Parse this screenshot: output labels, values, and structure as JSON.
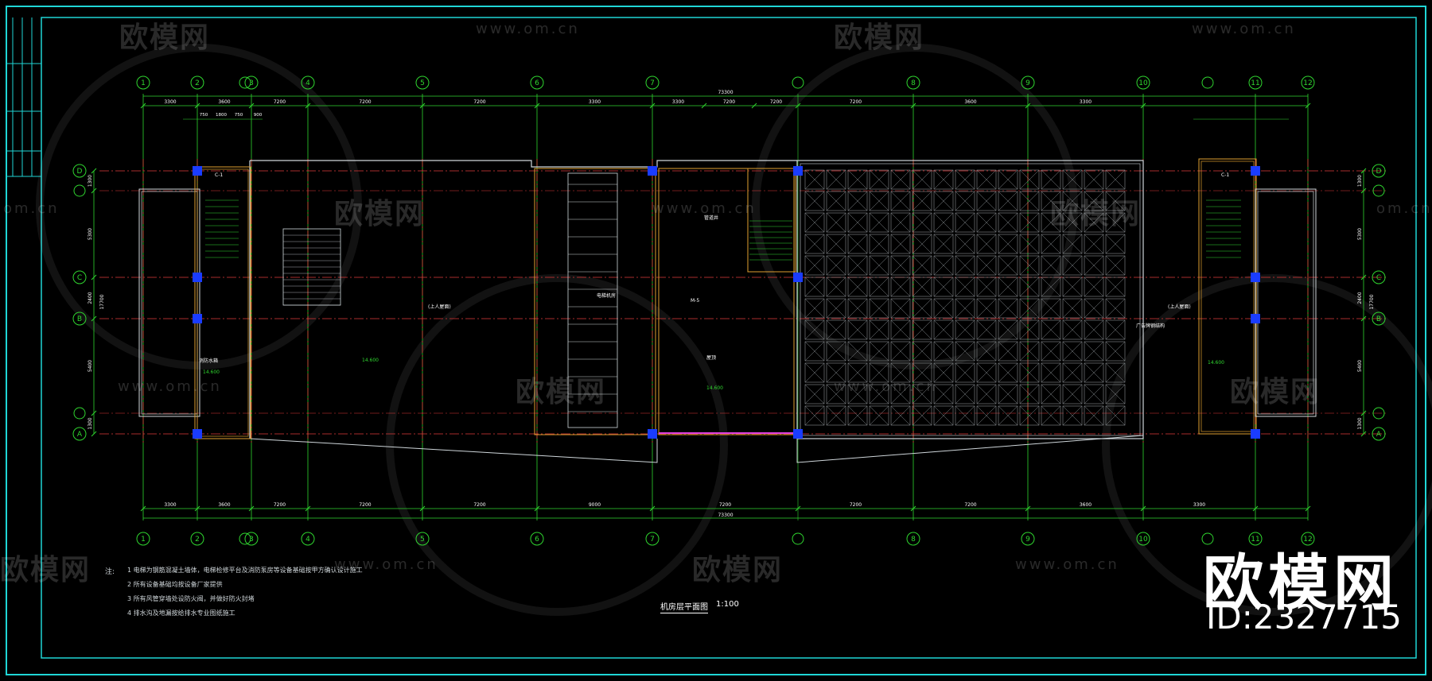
{
  "drawing": {
    "title": "机房层平面图",
    "scale": "1:100",
    "notes_head": "注:",
    "notes": [
      "1  电梯为钢筋混凝土墙体，电梯检修平台及消防泵房等设备基础按甲方确认设计施工",
      "2  所有设备基础均按设备厂家提供",
      "3  所有风管穿墙处设防火阀，并做好防火封堵",
      "4  排水沟及地漏按给排水专业图纸施工"
    ],
    "colors": {
      "frame": "#1fd6d6",
      "axis": "#e03a3a",
      "grid_bubble": "#2fd62f",
      "dimension": "#2fd62f",
      "wall": "#cfd6da",
      "wall_accent": "#e0a030",
      "column": "#1a3cff",
      "hatch": "#8a8f93",
      "label": "#ffffff"
    }
  },
  "axes": {
    "numeric": [
      "1",
      "2",
      "3",
      "4",
      "5",
      "6",
      "7",
      "8",
      "9",
      "10",
      "11",
      "12"
    ],
    "letters": [
      "D",
      "C",
      "B",
      "A"
    ]
  },
  "dimensions": {
    "overall": "73300",
    "top_chain": [
      "3300",
      "3600",
      "7200",
      "7200",
      "7200",
      "3300",
      "3300",
      "7200",
      "7200",
      "7200",
      "3600",
      "3300"
    ],
    "bottom_chain": [
      "3300",
      "3600",
      "7200",
      "7200",
      "7200",
      "9000",
      "7200",
      "7200",
      "7200",
      "3600",
      "3300"
    ],
    "left_chain": [
      "1300",
      "5300",
      "2400",
      "5400",
      "1300"
    ],
    "left_total": "17700",
    "sub_marks": [
      "750",
      "1800",
      "750",
      "900"
    ]
  },
  "labels": {
    "stair_left": "C-1",
    "stair_right": "C-1",
    "room_left": "(上人屋面)",
    "room_right": "(上人屋面)",
    "hall": "电梯机房",
    "shaft": "管道井",
    "roof": "屋顶",
    "elev_1": "14.600",
    "elev_2": "14.600",
    "elev_3": "14.600",
    "elev_4": "14.600",
    "tank_label": "消防水箱",
    "door_m5": "M-5",
    "legend_note": "广告牌钢结构"
  },
  "watermarks": {
    "logo": "欧模网",
    "url": "www.om.cn",
    "partial_url": "om.cn",
    "brand": "欧模网",
    "id": "ID:2327715"
  }
}
